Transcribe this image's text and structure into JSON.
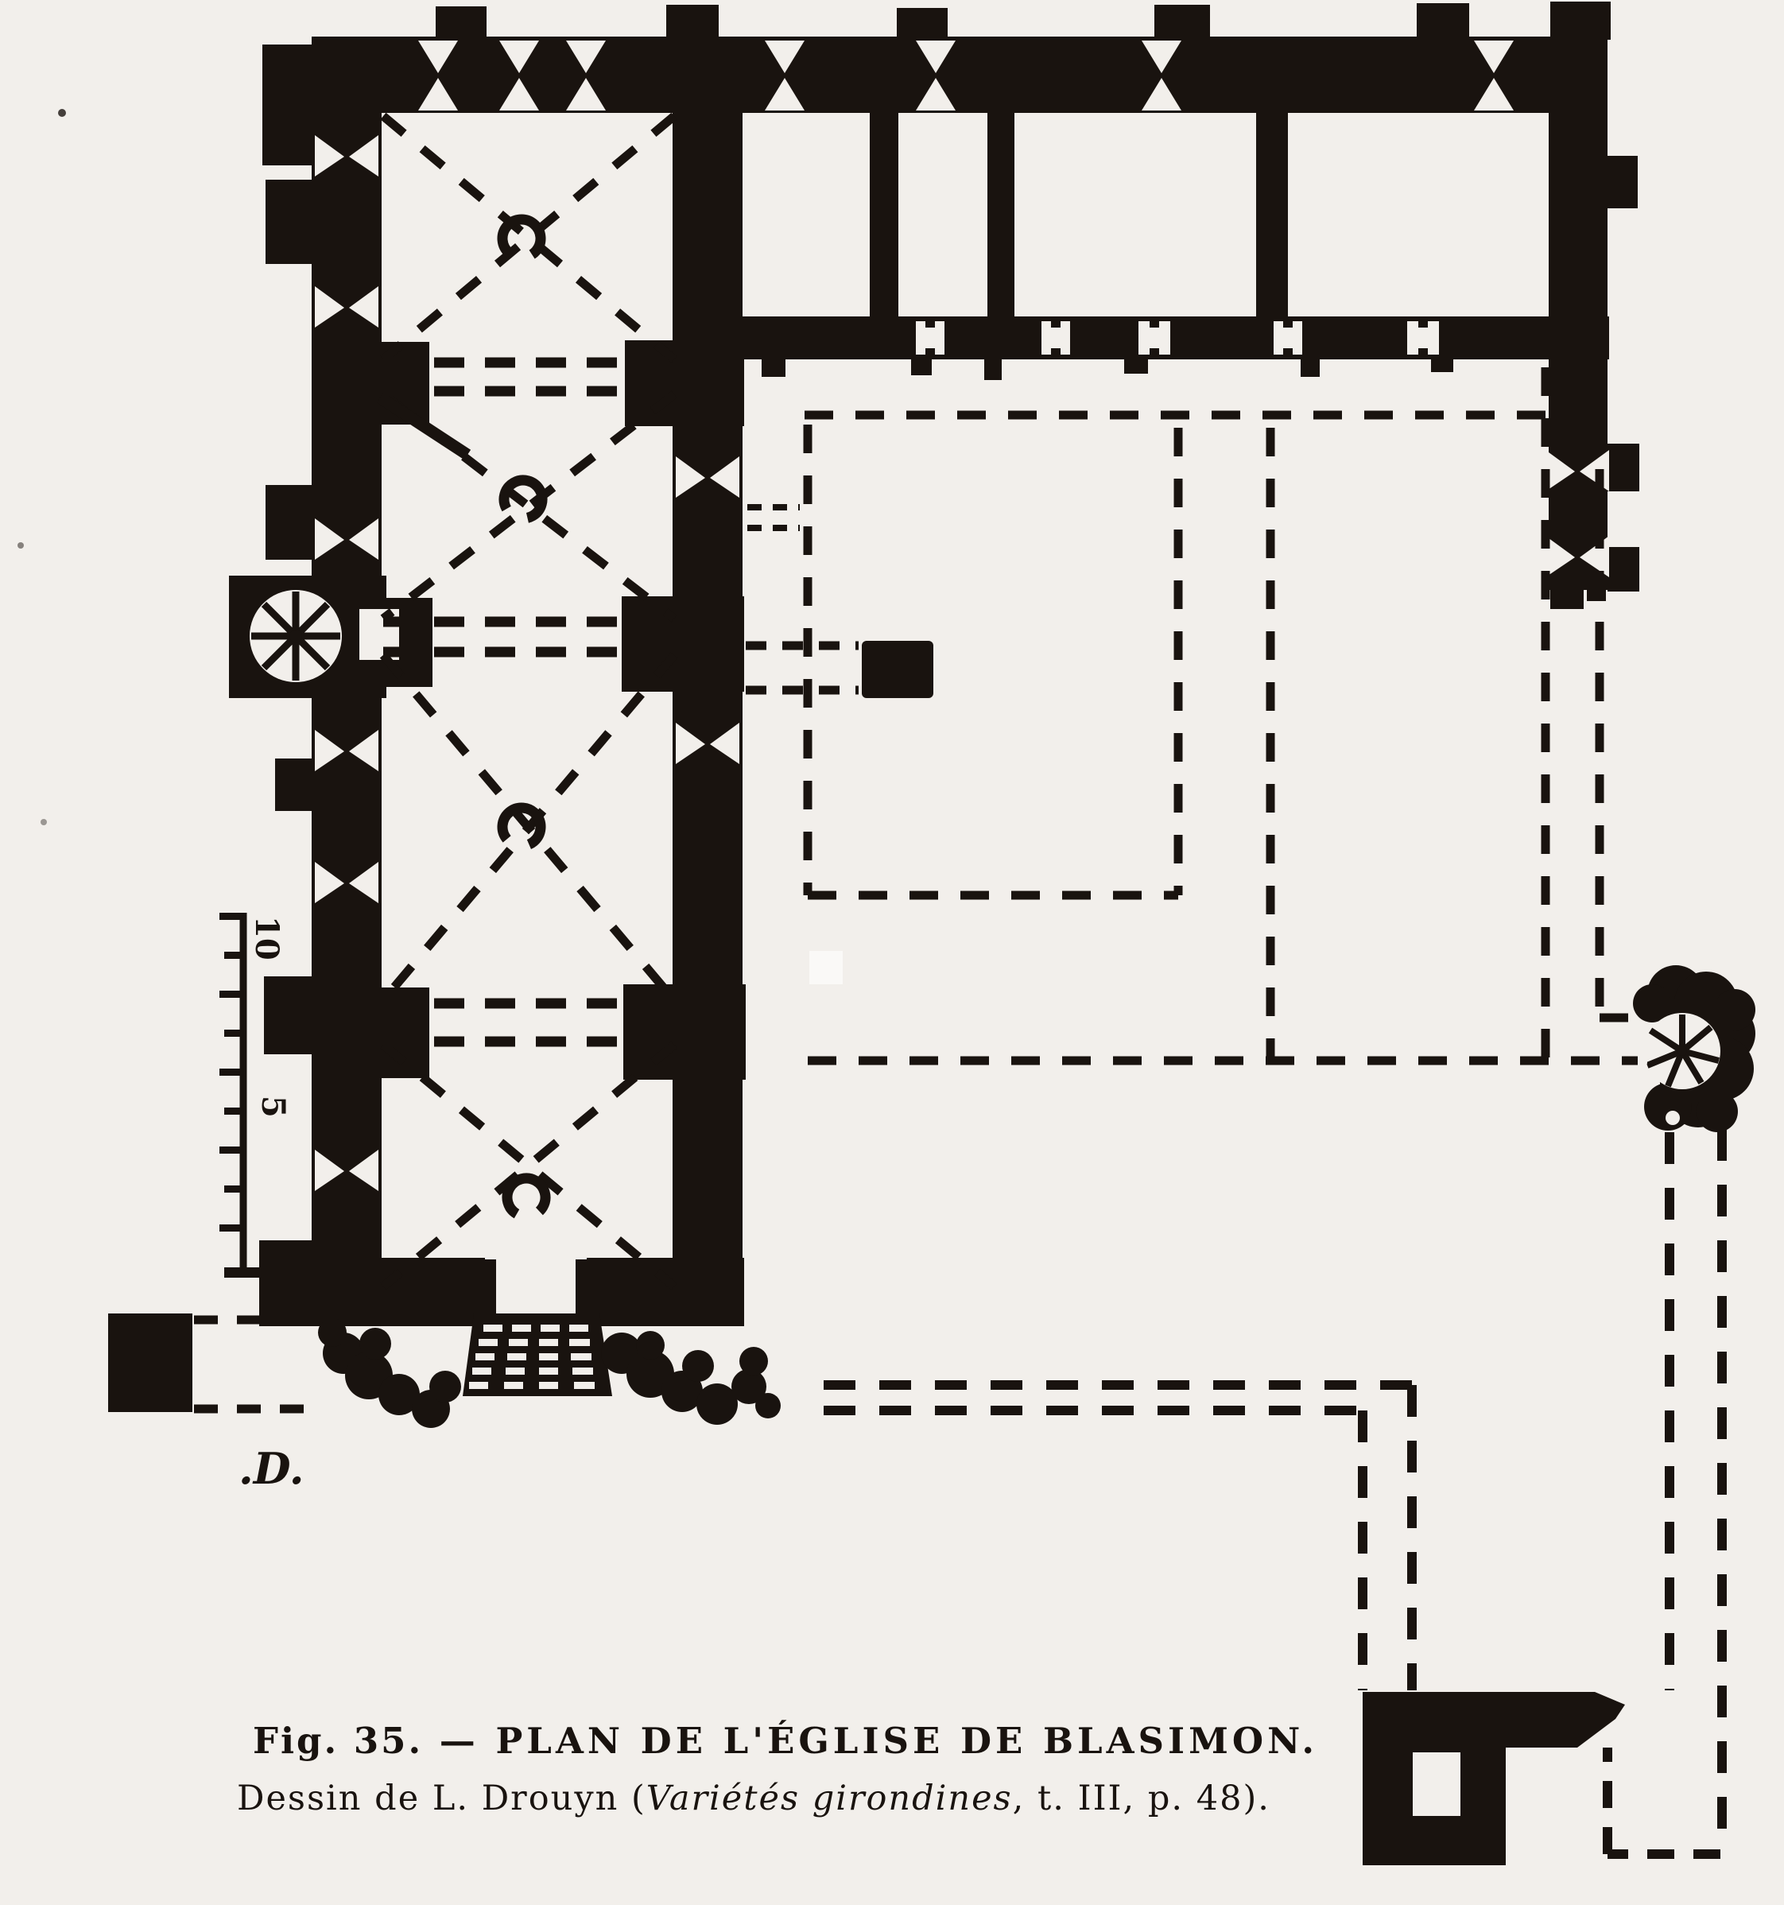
{
  "colors": {
    "ink": "#19130f",
    "paper": "#f2efeb"
  },
  "figure": {
    "caption_line1_fig": "Fig. 35.",
    "caption_line1_title": " — PLAN DE L'ÉGLISE DE BLASIMON.",
    "caption_line2_prefix": "Dessin de L. Drouyn (",
    "caption_line2_work": "Variétés girondines",
    "caption_line2_suffix": ", t. III, p. 48)."
  },
  "scale_bar": {
    "top_label": "10",
    "mid_label": "5"
  },
  "signature_mark": ".D."
}
